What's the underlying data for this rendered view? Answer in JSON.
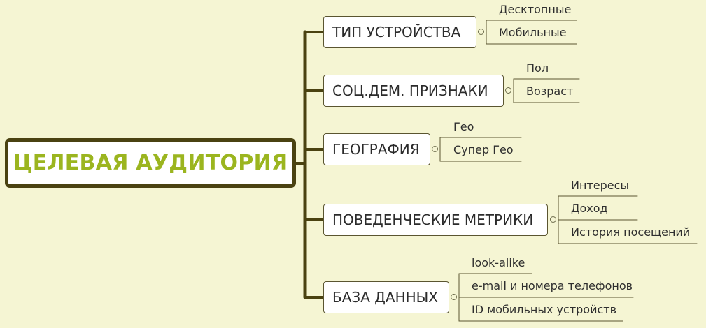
{
  "root": {
    "label": "ЦЕЛЕВАЯ АУДИТОРИЯ"
  },
  "branches": [
    {
      "label": "ТИП УСТРОЙСТВА",
      "leaves": [
        "Десктопные",
        "Мобильные"
      ]
    },
    {
      "label": "СОЦ.ДЕМ. ПРИЗНАКИ",
      "leaves": [
        "Пол",
        "Возраст"
      ]
    },
    {
      "label": "ГЕОГРАФИЯ",
      "leaves": [
        "Гео",
        "Супер Гео"
      ]
    },
    {
      "label": "ПОВЕДЕНЧЕСКИЕ МЕТРИКИ",
      "leaves": [
        "Интересы",
        "Доход",
        "История посещений"
      ]
    },
    {
      "label": "БАЗА ДАННЫХ",
      "leaves": [
        "look-alike",
        "e-mail и номера телефонов",
        "ID мобильных устройств"
      ]
    }
  ],
  "colors": {
    "background": "#f5f5d3",
    "root_text": "#9bb51f",
    "connector": "#4a4211"
  }
}
